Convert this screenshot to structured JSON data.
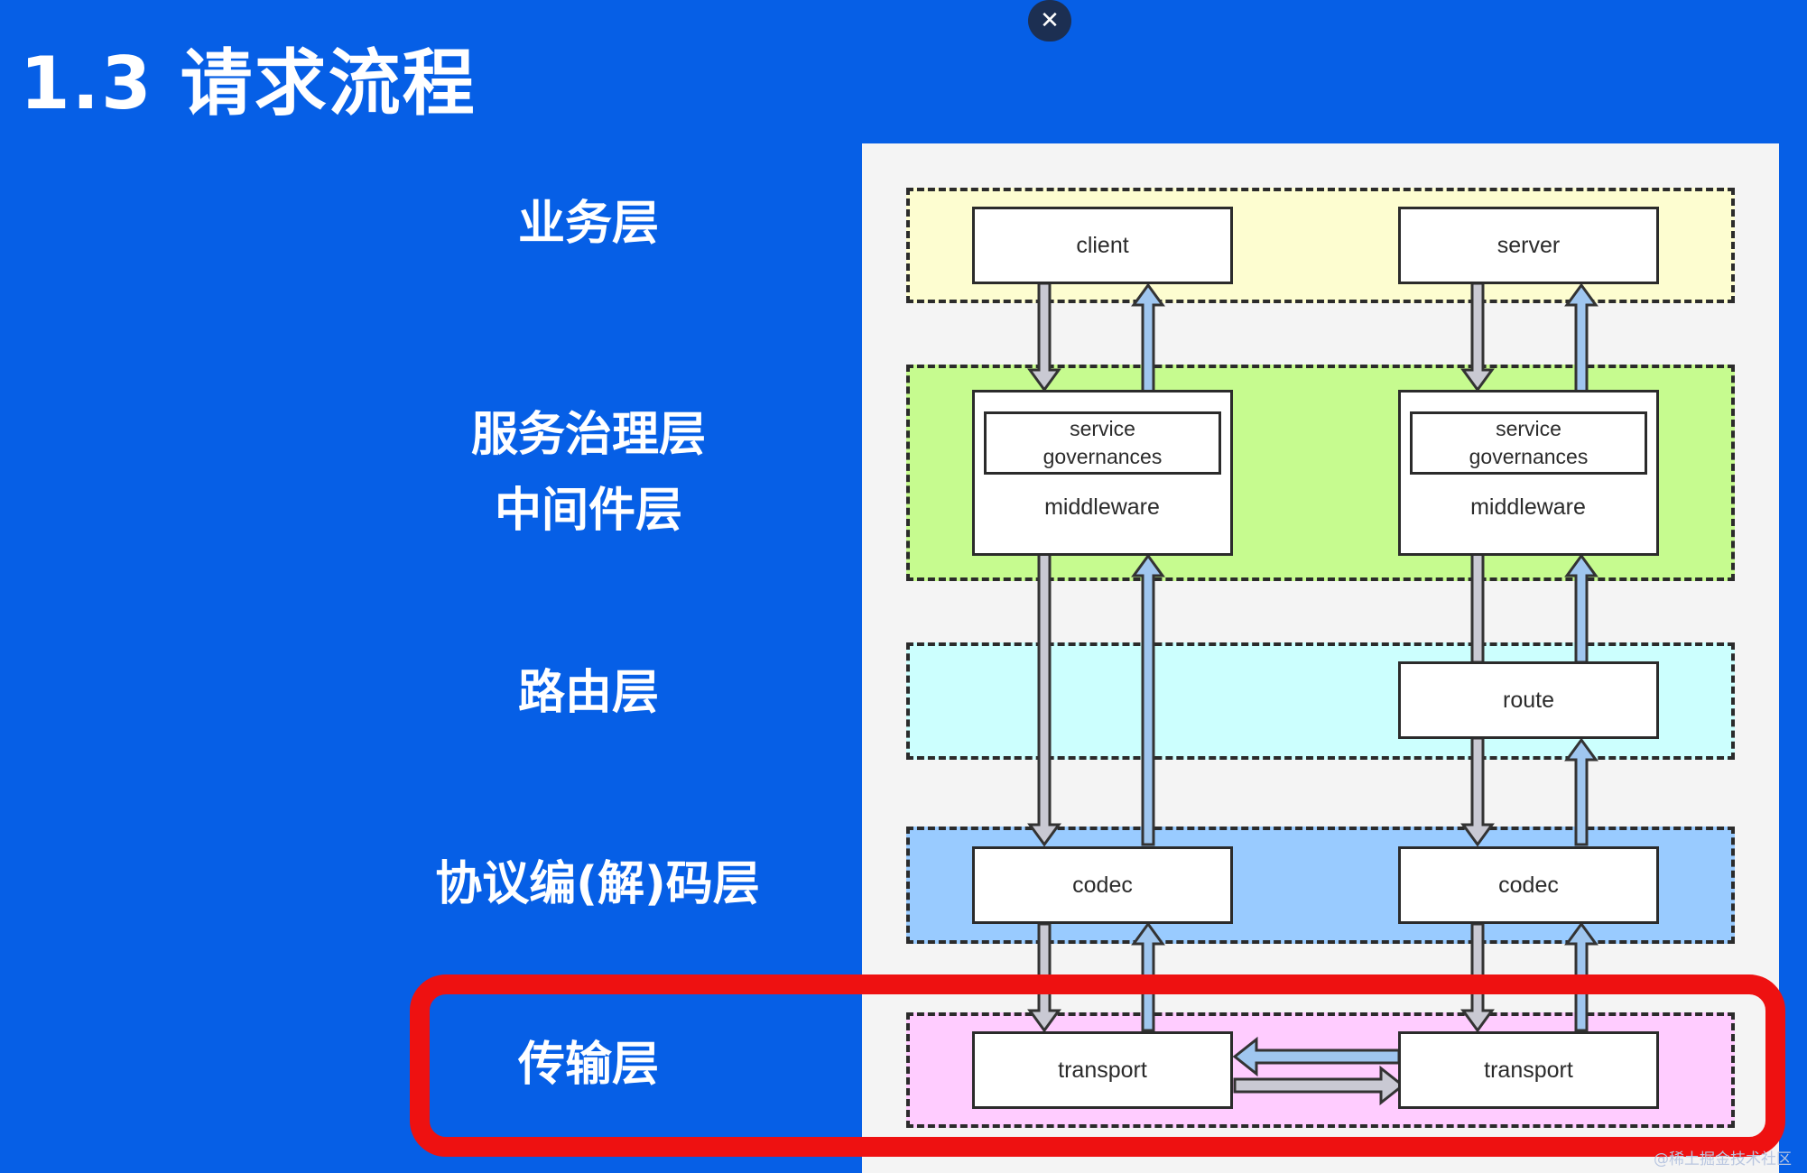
{
  "slide": {
    "title": "1.3 请求流程"
  },
  "close_icon_glyph": "✕",
  "layers": [
    {
      "lines": [
        "业务层"
      ]
    },
    {
      "lines": [
        "服务治理层",
        "中间件层"
      ]
    },
    {
      "lines": [
        "路由层"
      ]
    },
    {
      "lines": [
        "协议编(解)码层"
      ]
    },
    {
      "lines": [
        "传输层"
      ]
    }
  ],
  "colors": {
    "background": "#065fe6",
    "band_business": "#fdfdd0",
    "band_governance": "#c6fb8f",
    "band_route": "#ccfffe",
    "band_codec": "#99cbff",
    "band_transport": "#ffccff",
    "arrow_down": "#c9c9d3",
    "arrow_up": "#9fc6ef",
    "highlight": "#ee1111"
  },
  "diagram": {
    "client_label": "client",
    "server_label": "server",
    "client_governance": {
      "service_label": "service\ngovernances",
      "middleware_label": "middleware"
    },
    "server_governance": {
      "service_label": "service\ngovernances",
      "middleware_label": "middleware"
    },
    "route_label": "route",
    "client_codec_label": "codec",
    "server_codec_label": "codec",
    "client_transport_label": "transport",
    "server_transport_label": "transport"
  },
  "watermark": "@稀土掘金技术社区"
}
